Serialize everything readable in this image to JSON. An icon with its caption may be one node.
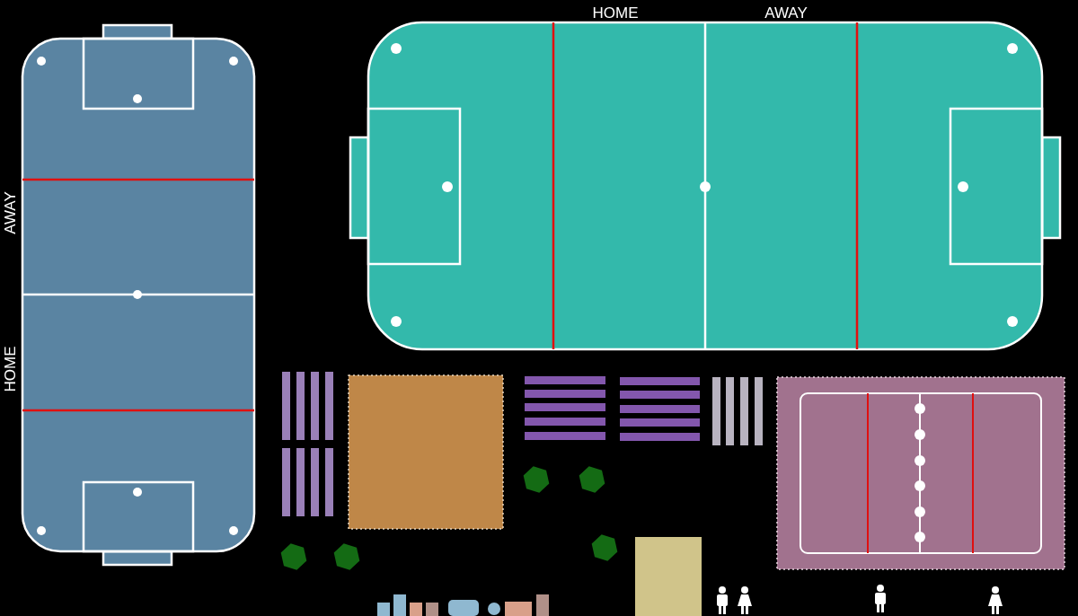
{
  "diagram": {
    "labels": [
      "HOME",
      "AWAY",
      "AWAY",
      "HOME"
    ]
  }
}
